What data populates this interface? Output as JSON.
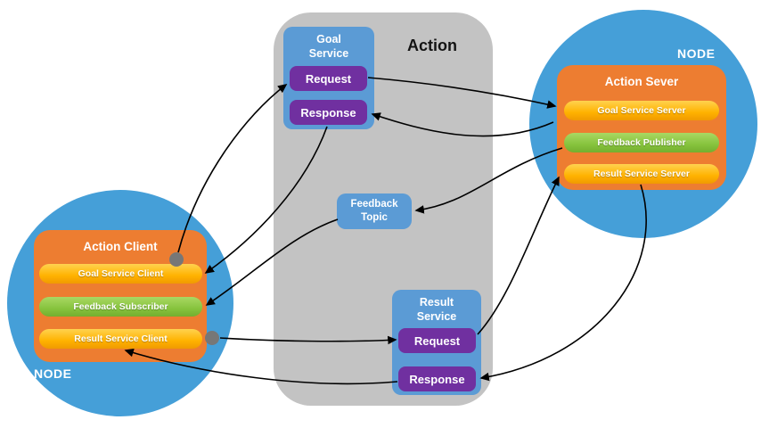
{
  "colors": {
    "circle_blue": "#459fd8",
    "panel_gray": "#c3c3c3",
    "box_blue": "#5b9bd5",
    "button_purple": "#7030a0",
    "box_orange": "#ed7d31",
    "pill_yellow": "#ffb200",
    "pill_green": "#86c33d",
    "dot_gray": "#777777",
    "arrow": "#000000"
  },
  "center_panel": {
    "title": "Action",
    "goal_service": {
      "label": "Goal Service",
      "request": "Request",
      "response": "Response"
    },
    "feedback_topic": {
      "label": "Feedback Topic"
    },
    "result_service": {
      "label": "Result Service",
      "request": "Request",
      "response": "Response"
    }
  },
  "client_node": {
    "node_label": "NODE",
    "box_title": "Action Client",
    "pills": [
      {
        "label": "Goal Service Client",
        "color": "yellow"
      },
      {
        "label": "Feedback Subscriber",
        "color": "green"
      },
      {
        "label": "Result Service Client",
        "color": "yellow"
      }
    ]
  },
  "server_node": {
    "node_label": "NODE",
    "box_title": "Action Sever",
    "pills": [
      {
        "label": "Goal Service Server",
        "color": "yellow"
      },
      {
        "label": "Feedback Publisher",
        "color": "green"
      },
      {
        "label": "Result Service Server",
        "color": "yellow"
      }
    ]
  }
}
